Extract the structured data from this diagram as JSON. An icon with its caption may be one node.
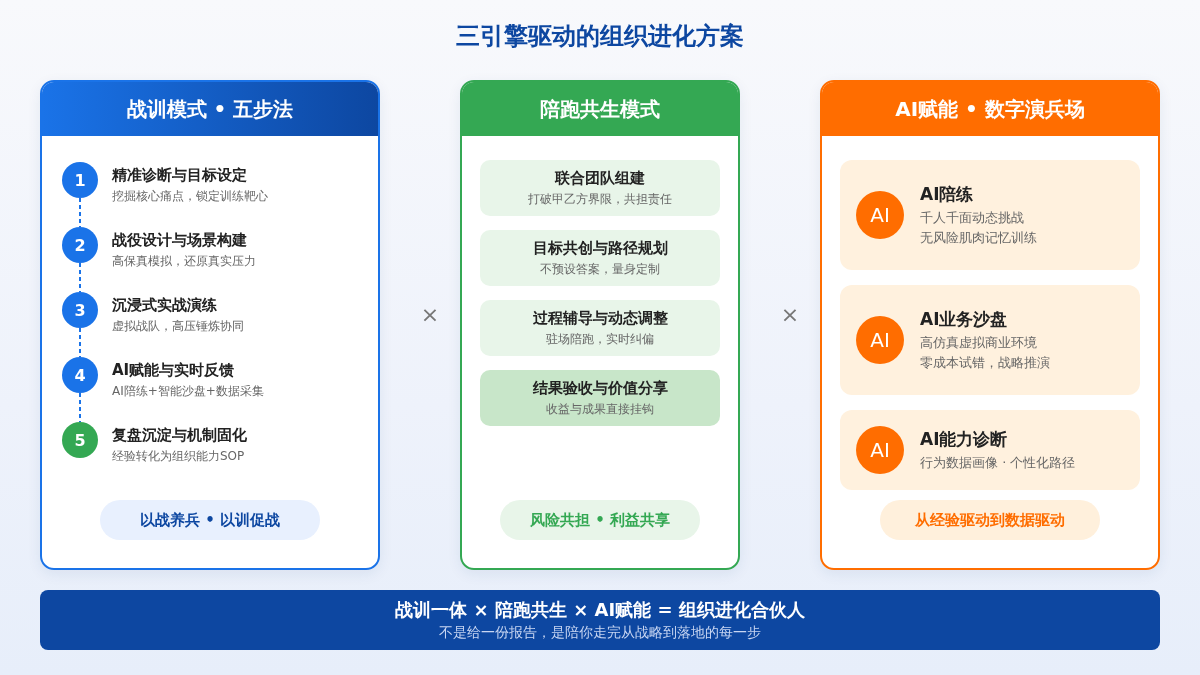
{
  "diagram": {
    "title": "三引擎驱动的组织进化方案",
    "nodes": [
      {
        "text": [
          "战训模式 • 五步法"
        ]
      },
      {
        "text": [
          "1"
        ],
        "in": 0,
        "beside": [
          "精准诊断与目标设定",
          "挖掘核心痛点，锁定训练靶心"
        ]
      },
      {
        "text": [
          "2"
        ],
        "in": 0,
        "beside": [
          "战役设计与场景构建",
          "高保真模拟，还原真实压力"
        ]
      },
      {
        "text": [
          "3"
        ],
        "in": 0,
        "beside": [
          "沉浸式实战演练",
          "虚拟战队，高压锤炼协同"
        ]
      },
      {
        "text": [
          "4"
        ],
        "in": 0,
        "beside": [
          "AI赋能与实时反馈",
          "AI陪练+智能沙盘+数据采集"
        ]
      },
      {
        "text": [
          "5"
        ],
        "in": 0,
        "beside": [
          "复盘沉淀与机制固化",
          "经验转化为组织能力SOP"
        ]
      },
      {
        "text": [
          "以战养兵 • 以训促战"
        ],
        "in": 0
      },
      {
        "text": [
          "陪跑共生模式"
        ]
      },
      {
        "text": [
          "联合团队组建",
          "打破甲乙方界限，共担责任"
        ],
        "in": 7
      },
      {
        "text": [
          "目标共创与路径规划",
          "不预设答案，量身定制"
        ],
        "in": 7
      },
      {
        "text": [
          "过程辅导与动态调整",
          "驻场陪跑，实时纠偏"
        ],
        "in": 7
      },
      {
        "text": [
          "结果验收与价值分享",
          "收益与成果直接挂钩"
        ],
        "in": 7
      },
      {
        "text": [
          "风险共担 • 利益共享"
        ],
        "in": 7
      },
      {
        "text": [
          "AI赋能 • 数字演兵场"
        ]
      },
      {
        "text": [
          "AI陪练",
          "千人千面动态挑战",
          "无风险肌肉记忆训练"
        ],
        "in": 13
      },
      {
        "text": [
          "AI"
        ],
        "in": 14
      },
      {
        "text": [
          "AI业务沙盘",
          "高仿真虚拟商业环境",
          "零成本试错，战略推演"
        ],
        "in": 13
      },
      {
        "text": [
          "AI"
        ],
        "in": 16
      },
      {
        "text": [
          "AI能力诊断",
          "行为数据画像 · 个性化路径"
        ],
        "in": 13
      },
      {
        "text": [
          "AI"
        ],
        "in": 18
      },
      {
        "text": [
          "从经验驱动到数据驱动"
        ],
        "in": 13
      },
      {
        "text": [
          "战训一体 × 陪跑共生 × AI赋能 = 组织进化合伙人",
          "不是给一份报告，是陪你走完从战略到落地的每一步"
        ]
      }
    ],
    "edges": [
      {
        "from": 1,
        "to": 2,
        "arrow": "none",
        "style": "dashed"
      },
      {
        "from": 2,
        "to": 3,
        "arrow": "none",
        "style": "dashed"
      },
      {
        "from": 3,
        "to": 4,
        "arrow": "none",
        "style": "dashed"
      },
      {
        "from": 4,
        "to": 5,
        "arrow": "none",
        "style": "dashed"
      }
    ],
    "labels": [
      "×",
      "×"
    ]
  }
}
